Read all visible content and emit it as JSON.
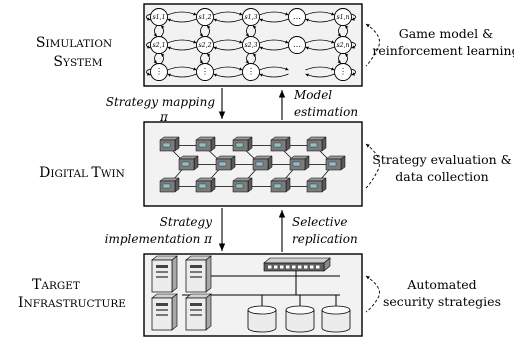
{
  "left_labels": {
    "simulation": {
      "big1": "S",
      "small1": "IMULATION",
      "big2": "S",
      "small2": "YSTEM"
    },
    "digital_twin": {
      "big1": "D",
      "small1": "IGITAL ",
      "big2": "T",
      "small2": "WIN"
    },
    "target": {
      "big1": "T",
      "small1": "ARGET",
      "big2": "I",
      "small2": "NFRASTRUCTURE"
    }
  },
  "right_labels": {
    "top": [
      "Game model &",
      "reinforcement learning"
    ],
    "middle": [
      "Strategy evaluation &",
      "data collection"
    ],
    "bottom": [
      "Automated",
      "security strategies"
    ]
  },
  "arrow_labels": {
    "strategy_mapping": "Strategy mapping",
    "pi_1": "π",
    "model_estimation": [
      "Model",
      "estimation"
    ],
    "strategy_implementation": [
      "Strategy",
      "implementation π"
    ],
    "selective_replication": [
      "Selective",
      "replication"
    ]
  },
  "grid": {
    "row1": [
      "s1,1",
      "s1,2",
      "s1,3",
      "…",
      "s1,n"
    ],
    "row2": [
      "s2,1",
      "s2,2",
      "s2,3",
      "…",
      "s2,n"
    ],
    "row3": [
      "⋮",
      "⋮",
      "⋮",
      "",
      "⋮"
    ]
  },
  "colors": {
    "line": "#000000",
    "box_fill": "#f2f2f2",
    "server_fill": "#e8e8e8",
    "screen": "#8fbfc7"
  }
}
